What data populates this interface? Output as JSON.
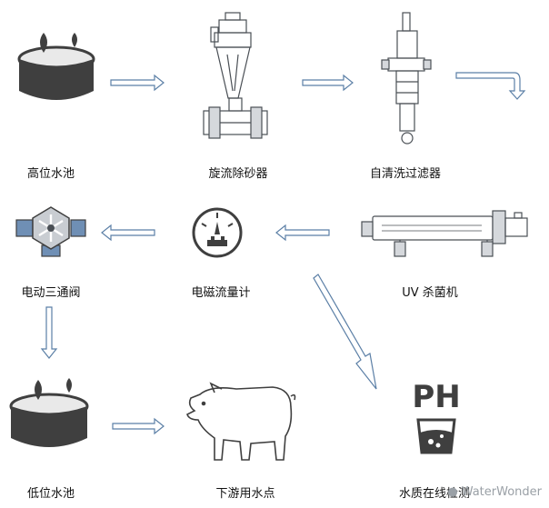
{
  "nodes": {
    "high_tank": "高位水池",
    "cyclone": "旋流除砂器",
    "self_clean_filter": "自清洗过滤器",
    "uv_sterilizer": "UV 杀菌机",
    "flow_meter": "电磁流量计",
    "three_way_valve": "电动三通阀",
    "low_tank": "低位水池",
    "pig_point": "下游用水点",
    "water_quality": "水质在线检测"
  },
  "ph_text": "PH",
  "watermark": "WaterWonder",
  "colors": {
    "arrow_stroke": "#5b7fa6",
    "icon_gray": "#4a4f55",
    "icon_light": "#c9cdd2",
    "icon_blue": "#6f8fb5"
  }
}
